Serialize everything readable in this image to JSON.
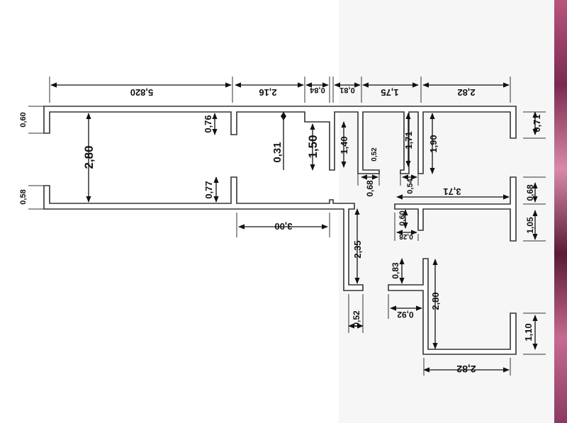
{
  "plan": {
    "colors": {
      "background": "#ffffff",
      "right_panel": "#f6f6f6",
      "border_strip": "#9c3f6e",
      "lines": "#222222"
    },
    "dimensions": {
      "top_1": "5,820",
      "top_2": "2,16",
      "top_3": "0,84",
      "top_4": "0,81",
      "top_5": "1,75",
      "top_6": "2,82",
      "left_1": "0,60",
      "left_2": "0,58",
      "room_height": "2,80",
      "part_1": "0,76",
      "part_2": "0,77",
      "step": "0,31",
      "kitchen_1": "1,50",
      "kitchen_2": "1,40",
      "door_1": "0,52",
      "door_2": "0,68",
      "wall_1": "1,71",
      "wall_2": "1,90",
      "door_3": "0,54",
      "right_1": "0,71",
      "span": "3,71",
      "right_2": "0,68",
      "right_3": "1,05",
      "stub_1": "0,60",
      "stub_2": "0,28",
      "bottom_1": "3,00",
      "corridor": "2,35",
      "corridor_door": "0,52",
      "room2_1": "0,83",
      "room2_2": "0,92",
      "room2_height": "2,80",
      "room2_right": "1,10",
      "room2_width": "2,82"
    }
  }
}
